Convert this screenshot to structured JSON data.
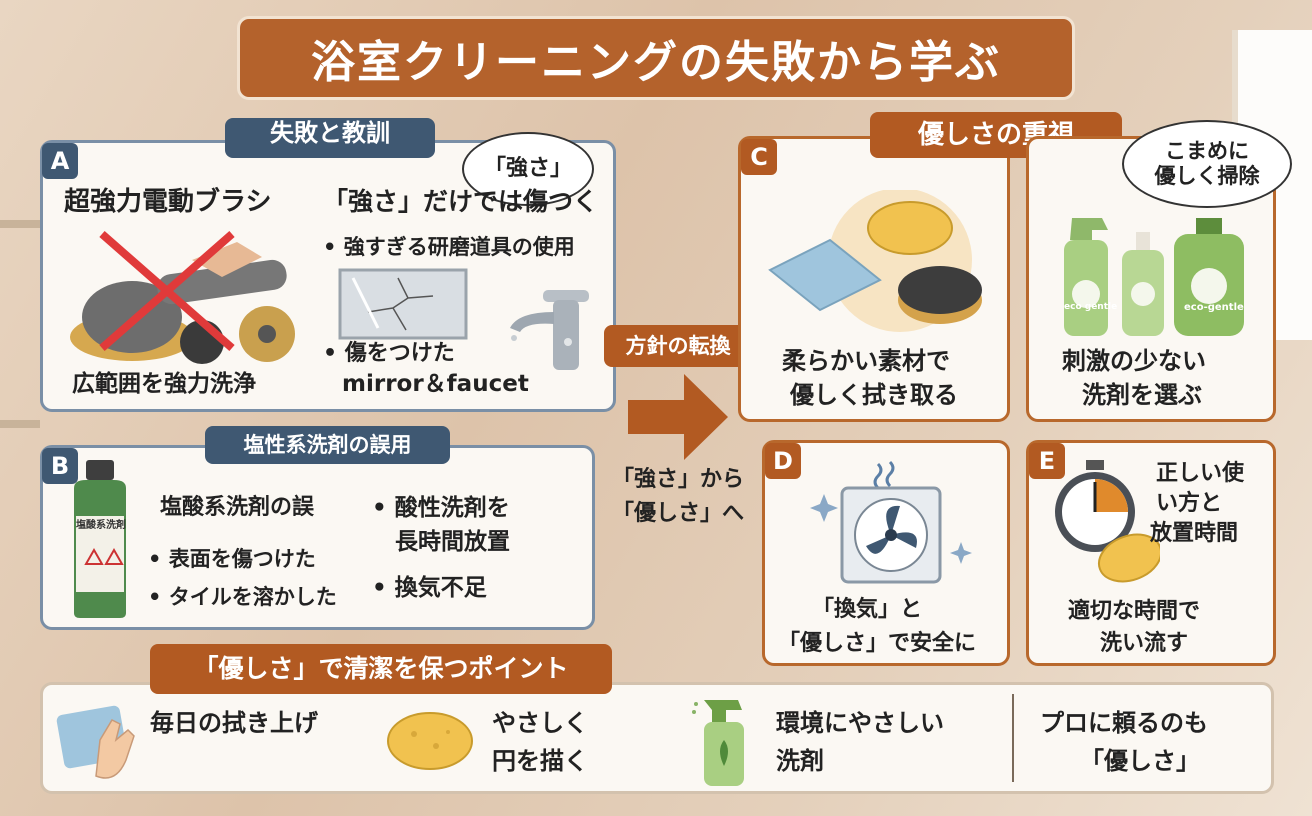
{
  "title": "浴室クリーニングの失敗から学ぶ",
  "left_header": "失敗と教訓",
  "right_header": "優しさの重視",
  "section_a": {
    "letter": "A",
    "bubble": "「強さ」",
    "brush_title": "超強力電動ブラシ",
    "lesson": "「強さ」だけでは傷つく",
    "bullet1": "• 強すぎる研磨道具の使用",
    "bullet2a": "• 傷をつけた",
    "bullet2b": "mirror＆faucet",
    "caption": "広範囲を強力洗浄"
  },
  "section_b": {
    "letter": "B",
    "header": "塩性系洗剤の誤用",
    "bottle_label": "塩酸系洗剤",
    "head": "塩酸系洗剤の誤",
    "b1": "• 表面を傷つけた",
    "b2": "• タイルを溶かした",
    "b3a": "• 酸性洗剤を",
    "b3b": "長時間放置",
    "b4": "• 換気不足"
  },
  "middle": {
    "shift": "方針の転換",
    "from_to_1": "「強さ」から",
    "from_to_2": "「優しさ」へ"
  },
  "section_c": {
    "letter": "C",
    "caption1": "柔らかい素材で",
    "caption2": "優しく拭き取る"
  },
  "section_c2": {
    "bubble1": "こまめに",
    "bubble2": "優しく掃除",
    "label1": "eco gentle",
    "label2": "eco-gentle",
    "caption1": "刺激の少ない",
    "caption2": "洗剤を選ぶ"
  },
  "section_d": {
    "letter": "D",
    "caption1": "「換気」と",
    "caption2": "「優しさ」で安全に"
  },
  "section_e": {
    "letter": "E",
    "right1": "正しい使",
    "right2": "い方と",
    "right3": "放置時間",
    "caption1": "適切な時間で",
    "caption2": "洗い流す"
  },
  "points": {
    "header": "「優しさ」で清潔を保つポイント",
    "p1": "毎日の拭き上げ",
    "p2a": "やさしく",
    "p2b": "円を描く",
    "p3a": "環境にやさしい",
    "p3b": "洗剤",
    "p4a": "プロに頼るのも",
    "p4b": "「優しさ」"
  },
  "colors": {
    "orange": "#b25a22",
    "navy": "#3f5872",
    "green": "#5c8b3f"
  }
}
